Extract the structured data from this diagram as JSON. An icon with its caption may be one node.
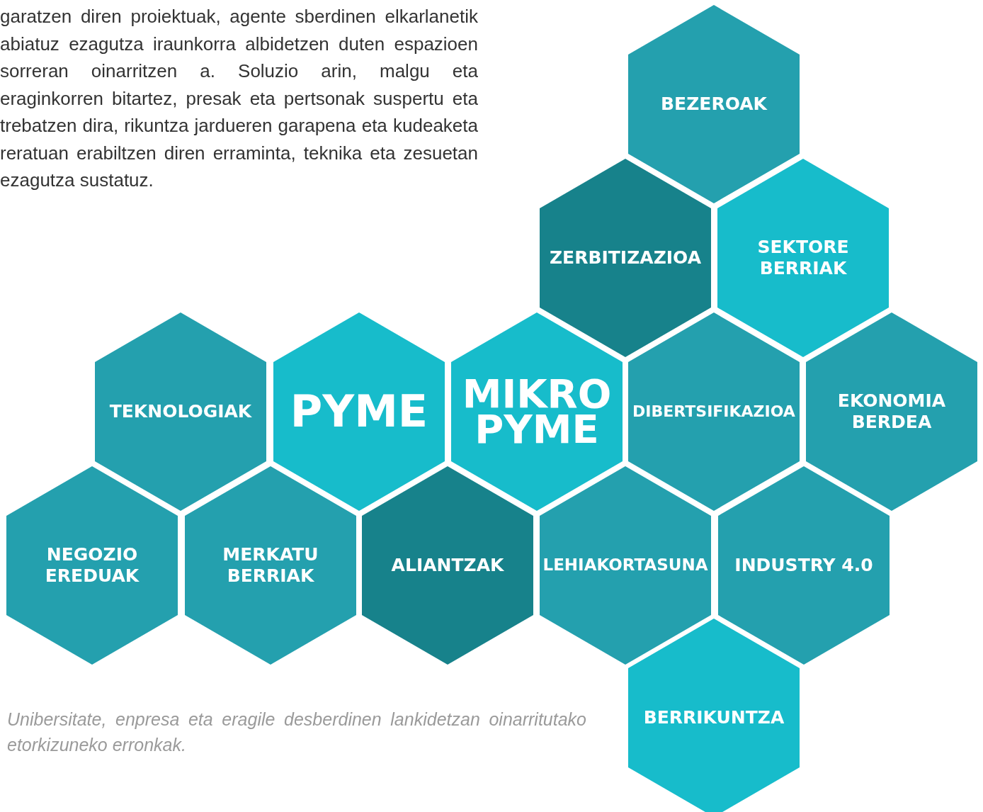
{
  "diagram": {
    "nodes": [
      {
        "text": [
          "BEZEROAK"
        ]
      },
      {
        "text": [
          "ZERBITIZAZIOA"
        ]
      },
      {
        "text": [
          "SEKTORE BERRIAK"
        ]
      },
      {
        "text": [
          "TEKNOLOGIAK"
        ]
      },
      {
        "text": [
          "PYME"
        ]
      },
      {
        "text": [
          "MIKRO PYME"
        ]
      },
      {
        "text": [
          "DIBERTSIFIKAZIOA"
        ]
      },
      {
        "text": [
          "EKONOMIA BERDEA"
        ]
      },
      {
        "text": [
          "NEGOZIO EREDUAK"
        ]
      },
      {
        "text": [
          "MERKATU BERRIAK"
        ]
      },
      {
        "text": [
          "ALIANTZAK"
        ]
      },
      {
        "text": [
          "LEHIAKORTASUNA"
        ]
      },
      {
        "text": [
          "INDUSTRY 4.0"
        ]
      },
      {
        "text": [
          "BERRIKUNTZA"
        ]
      }
    ],
    "labels": [
      "garatzen diren proiektuak, agente sberdinen elkarlanetik abiatuz ezagutza iraunkorra albidetzen duten espazioen sorreran oinarritzen a. Soluzio arin, malgu eta eraginkorren bitartez, presak eta pertsonak suspertu eta trebatzen dira, rikuntza jardueren garapena eta kudeaketa reratuan erabiltzen diren erraminta, teknika eta zesuetan ezagutza sustatuz.",
      "Unibersitate, enpresa eta eragile desberdinen lankidetzan oinarritutako etorkizuneko erronkak."
    ]
  }
}
